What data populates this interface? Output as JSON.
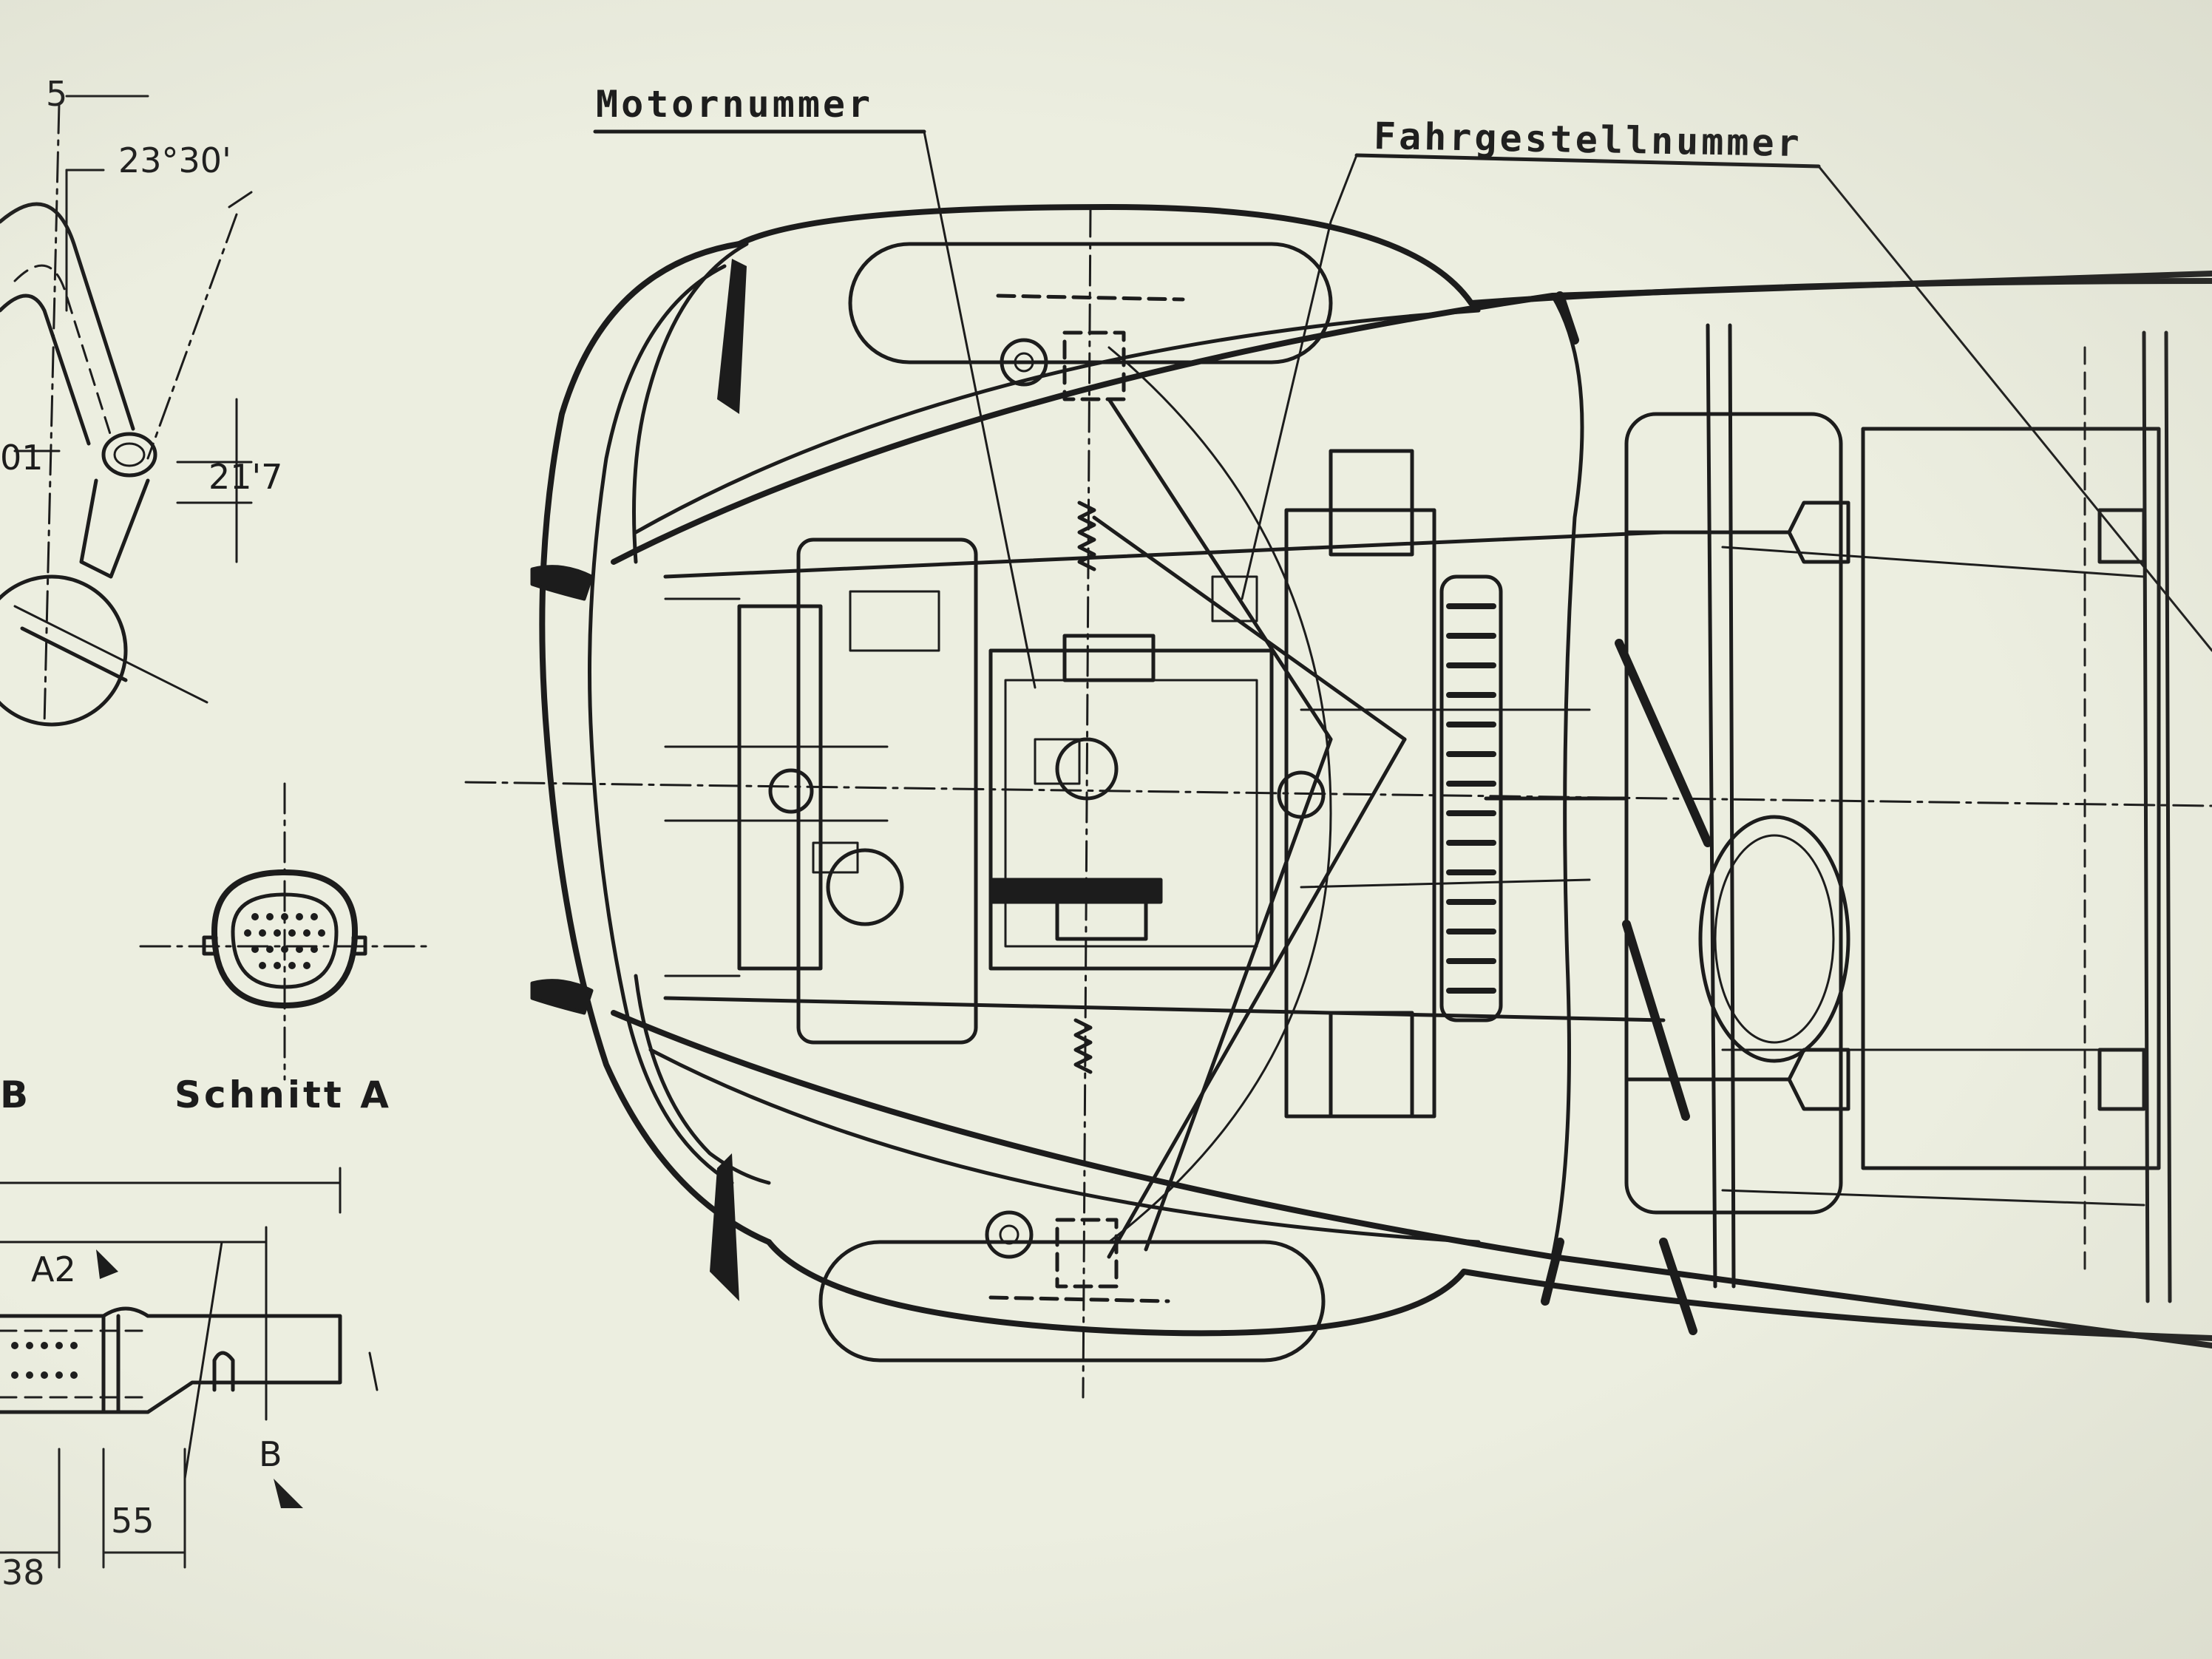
{
  "labels": {
    "engine_number": "Motornummer",
    "chassis_number": "Fahrgestellnummer",
    "section_a": "Schnitt  A",
    "section_b": "B",
    "marker_a2": "A2",
    "marker_b": "B"
  },
  "dimensions": {
    "d_5": "5",
    "angle": "23°30'",
    "d_217": "21'7",
    "d_01": "01",
    "d_55": "55",
    "d_38": "38"
  },
  "colors": {
    "paper": "#eceee0",
    "ink": "#1c1c1c"
  }
}
